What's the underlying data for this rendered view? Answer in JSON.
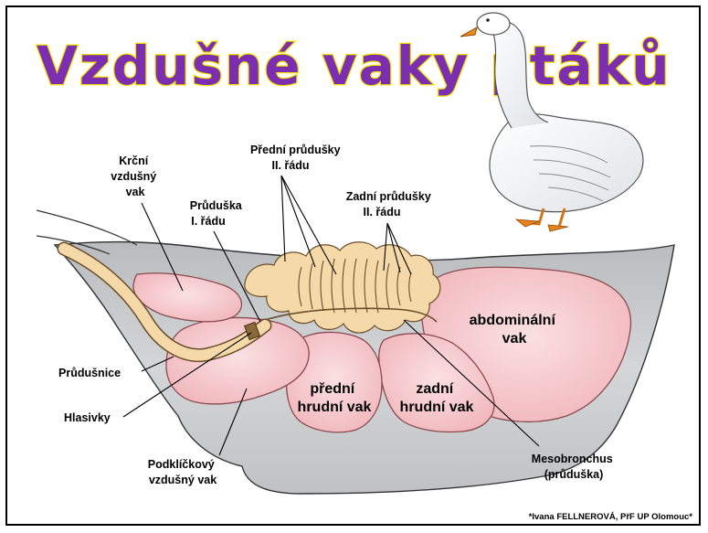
{
  "title": "Vzdušné vaky ptáků",
  "labels": {
    "krcni": [
      "Krční",
      "vzdušný",
      "vak"
    ],
    "pruduska1": [
      "Průduška",
      "I. řádu"
    ],
    "predni_prudusky": [
      "Přední průdušky",
      "II. řádu"
    ],
    "zadni_prudusky": [
      "Zadní průdušky",
      "II. řádu"
    ],
    "abdominalni": [
      "abdominální",
      "vak"
    ],
    "predni_hrudni": [
      "přední",
      "hrudní vak"
    ],
    "zadni_hrudni": [
      "zadní",
      "hrudní vak"
    ],
    "prudusnice": "Průdušnice",
    "hlasivky": "Hlasivky",
    "podklickovy": [
      "Podklíčkový",
      "vzdušný vak"
    ],
    "mesobronchus": [
      "Mesobronchus",
      "(průduška)"
    ]
  },
  "credit": "*Ivana FELLNEROVÁ, PřF UP Olomouc*",
  "colors": {
    "title_fill": "#7b2fb0",
    "title_outline": "#f3e200",
    "body_gray": "#c4c6c8",
    "sac_pink": "#f4c6c9",
    "lung_tan": "#f6d9a8"
  }
}
